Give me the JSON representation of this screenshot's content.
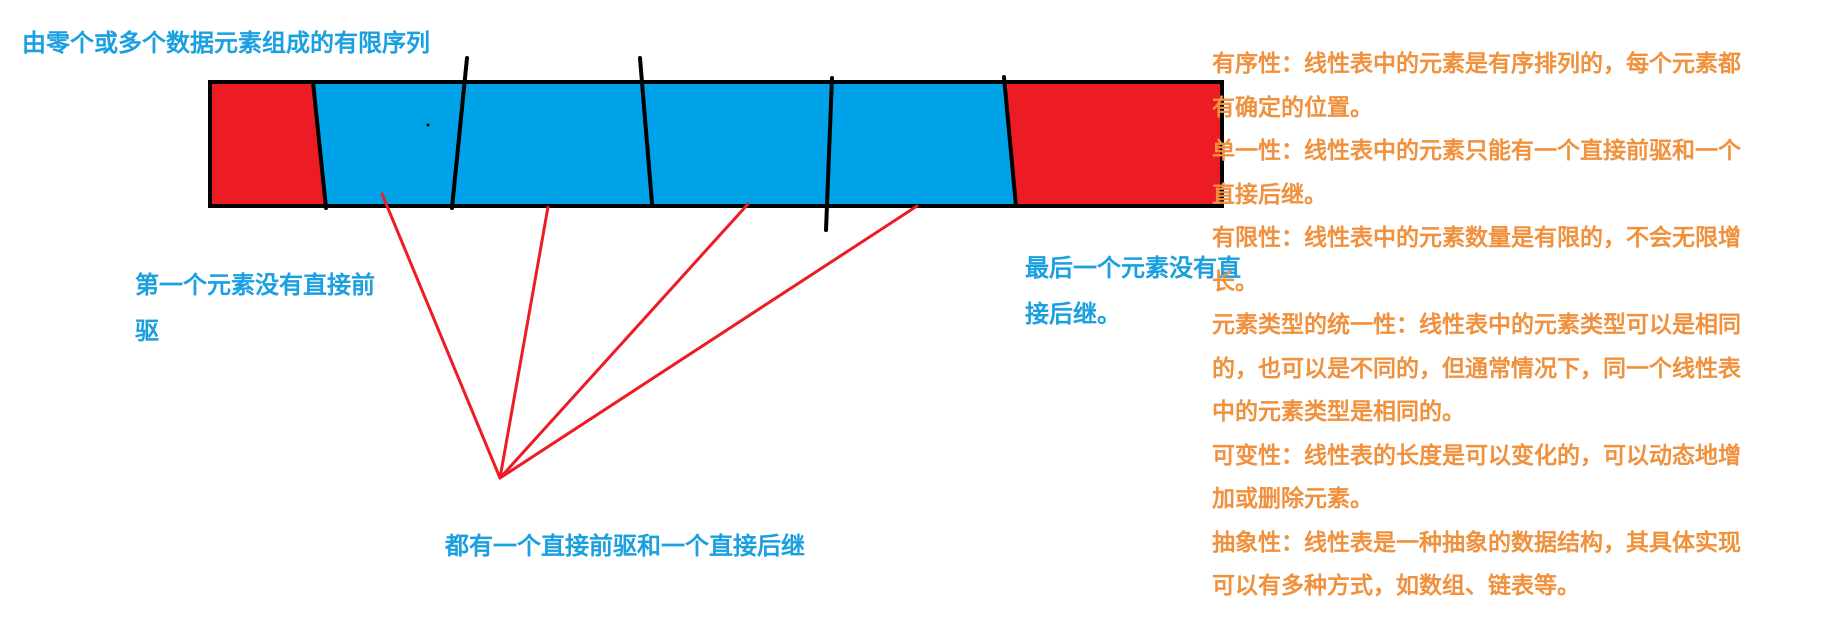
{
  "colors": {
    "accent_blue": "#00a2e8",
    "accent_red": "#ed1c24",
    "label_blue": "#1aa0e0",
    "property_orange": "#f0913d",
    "outline": "#000000"
  },
  "labels": {
    "title": "由零个或多个数据元素组成的有限序列",
    "first": "第一个元素没有直接前驱",
    "last": "最后一个元素没有直接后继。",
    "middle": "都有一个直接前驱和一个直接后继"
  },
  "properties": [
    "有序性：线性表中的元素是有序排列的，每个元素都",
    "有确定的位置。",
    "单一性：线性表中的元素只能有一个直接前驱和一个",
    "直接后继。",
    "有限性：线性表中的元素数量是有限的，不会无限增",
    "长。",
    "元素类型的统一性：线性表中的元素类型可以是相同",
    "的，也可以是不同的，但通常情况下，同一个线性表",
    "中的元素类型是相同的。",
    "可变性：线性表的长度是可以变化的，可以动态地增",
    "加或删除元素。",
    "抽象性：线性表是一种抽象的数据结构，其具体实现",
    "可以有多种方式，如数组、链表等。"
  ]
}
